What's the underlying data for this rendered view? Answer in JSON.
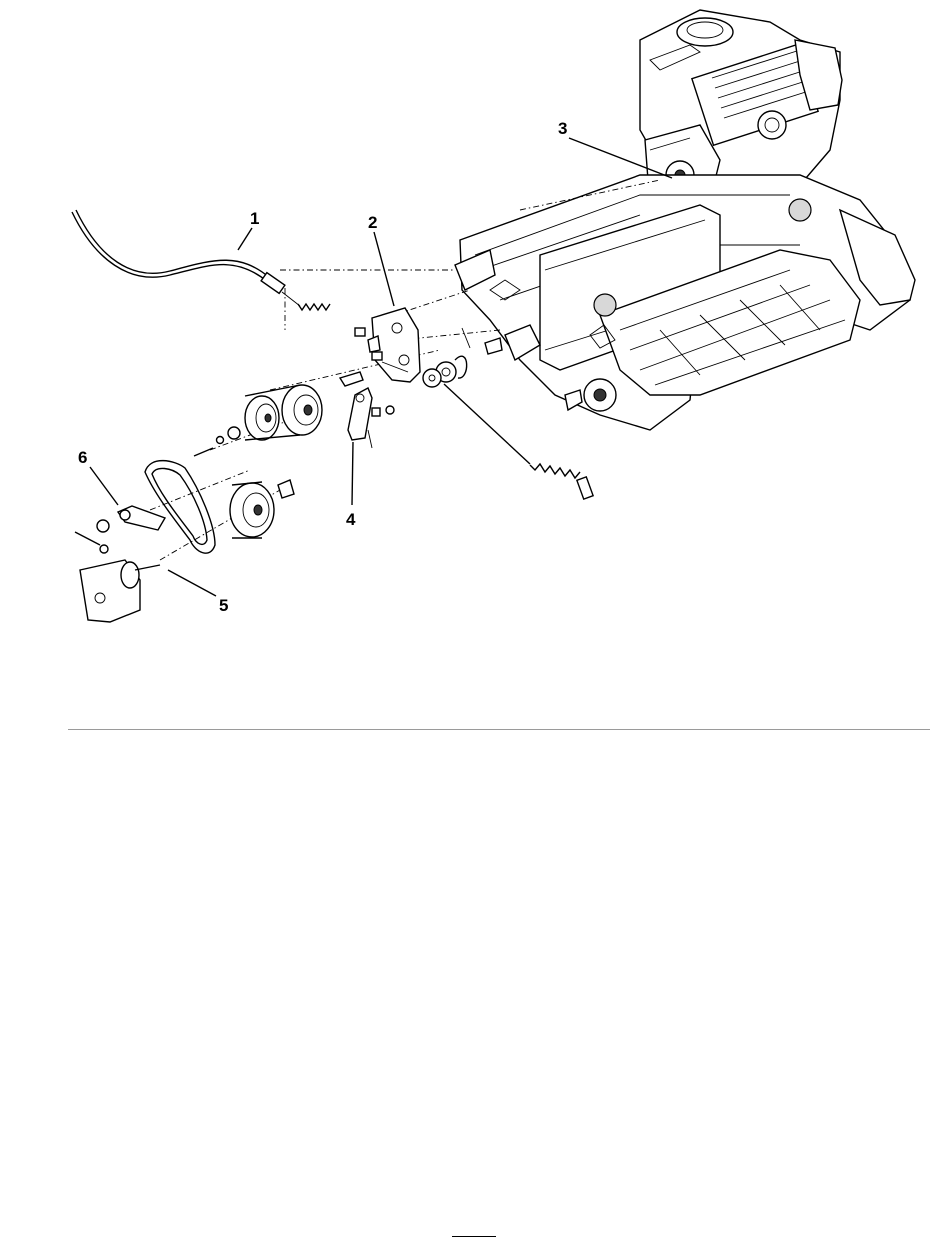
{
  "figure": {
    "callouts": [
      {
        "id": "callout-1",
        "label": "1",
        "part": "cable"
      },
      {
        "id": "callout-2",
        "label": "2",
        "part": "bracket-plate"
      },
      {
        "id": "callout-3",
        "label": "3",
        "part": "engine-shaft"
      },
      {
        "id": "callout-4",
        "label": "4",
        "part": "idler-arm"
      },
      {
        "id": "callout-5",
        "label": "5",
        "part": "reel-shaft"
      },
      {
        "id": "callout-6",
        "label": "6",
        "part": "lever"
      }
    ]
  }
}
